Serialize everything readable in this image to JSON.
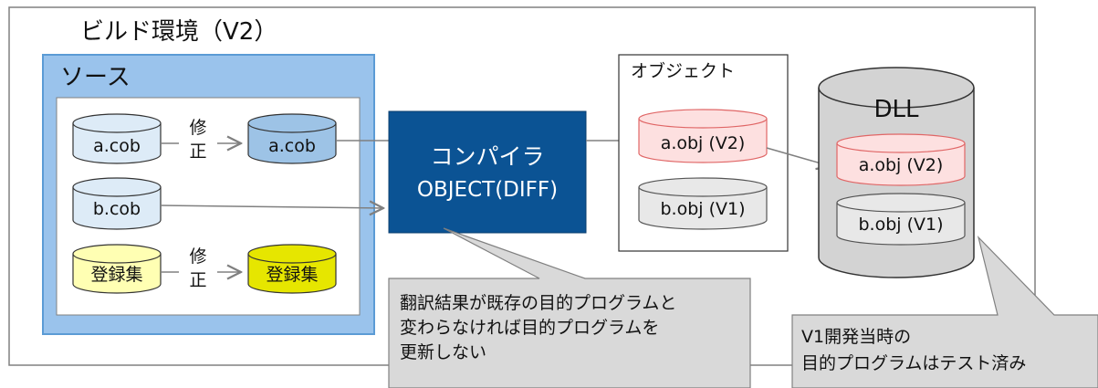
{
  "build_env": {
    "title": "ビルド環境（V2）"
  },
  "source": {
    "title": "ソース",
    "a_cob_before": "a.cob",
    "a_cob_after": "a.cob",
    "b_cob": "b.cob",
    "copy_before": "登録集",
    "copy_after": "登録集",
    "modify_label_1a": "修",
    "modify_label_1b": "正",
    "modify_label_2a": "修",
    "modify_label_2b": "正"
  },
  "compiler": {
    "line1": "コンパイラ",
    "line2": "OBJECT(DIFF)"
  },
  "objects": {
    "title": "オブジェクト",
    "a_obj": "a.obj (V2)",
    "b_obj": "b.obj (V1)"
  },
  "dll": {
    "title": "DLL",
    "a_obj": "a.obj (V2)",
    "b_obj": "b.obj (V1)"
  },
  "callout_compiler": {
    "line1": "翻訳結果が既存の目的プログラムと",
    "line2": "変わらなければ目的プログラムを",
    "line3": "更新しない"
  },
  "callout_dll": {
    "line1": "V1開発当時の",
    "line2": "目的プログラムはテスト済み"
  },
  "colors": {
    "source_panel": "#9ac3ec",
    "source_border": "#5b9bd5",
    "cyl_light_blue": "#ddebf7",
    "cyl_blue": "#9dc3e6",
    "cyl_light_yellow": "#ffffb3",
    "cyl_yellow": "#e6e600",
    "cyl_red": "#fde0e0",
    "cyl_red_border": "#e06666",
    "cyl_gray": "#e8e8e8",
    "compiler_fill": "#0b5394",
    "dll_fill": "#d3d3d3",
    "callout_fill": "#d9d9d9",
    "line": "#808080"
  }
}
